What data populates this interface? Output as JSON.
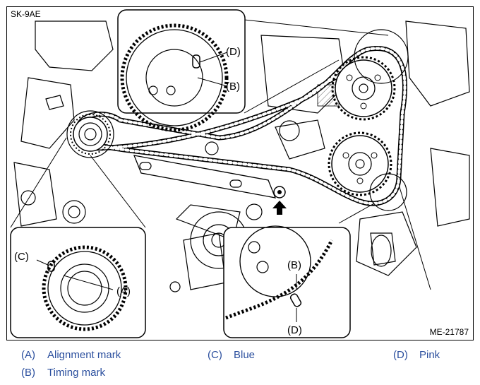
{
  "figure": {
    "id": "SK-9AE",
    "code": "ME-21787",
    "callouts": {
      "top_d": "(D)",
      "top_b": "(B)",
      "left_c": "(C)",
      "left_a": "(A)",
      "right_b": "(B)",
      "right_d": "(D)"
    }
  },
  "legend": [
    {
      "key": "(A)",
      "text": "Alignment mark"
    },
    {
      "key": "(B)",
      "text": "Timing mark"
    },
    {
      "key": "(C)",
      "text": "Blue"
    },
    {
      "key": "(D)",
      "text": "Pink"
    }
  ],
  "colors": {
    "legend_text": "#2b4f9e",
    "line": "#000000"
  }
}
